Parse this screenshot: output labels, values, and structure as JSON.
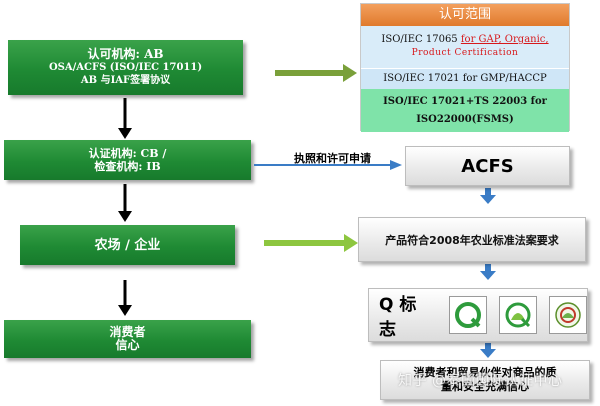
{
  "left": {
    "box1": {
      "line1": "认可机构: AB",
      "line2": "OSA/ACFS (ISO/IEC 17011)",
      "line3": "AB 与IAF签署协议"
    },
    "box2": {
      "line1": "认证机构: CB /",
      "line2": "检查机构: IB"
    },
    "box3": {
      "text": "农场 / 企业"
    },
    "box4": {
      "line1": "消费者",
      "line2": "信心"
    }
  },
  "scope": {
    "header": "认可范围",
    "row1_prefix": "ISO/IEC 17065 ",
    "row1_red1": "for GAP, Organic,",
    "row1_red2": "Product Certification",
    "row2": "ISO/IEC 17021 for GMP/HACCP",
    "row3_line1": "ISO/IEC 17021+TS 22003 for",
    "row3_line2": "ISO22000(FSMS)"
  },
  "arrow_label": "执照和许可申请",
  "acfs": "ACFS",
  "standard": "产品符合2008年农业标准法案要求",
  "qmark": "Q 标志",
  "consumer": {
    "line1": "消费者和贸易伙伴对商品的质",
    "line2": "量和安全充满信心"
  },
  "watermark": "知乎 @泰国国际认证中心",
  "colors": {
    "green": "#1f8a34",
    "orange_header": "#e07a2c",
    "blue_arrow": "#3a7cc6",
    "light_green_arrow": "#8dc63f",
    "olive_arrow": "#7aa03a",
    "red_text": "#d7191c"
  }
}
